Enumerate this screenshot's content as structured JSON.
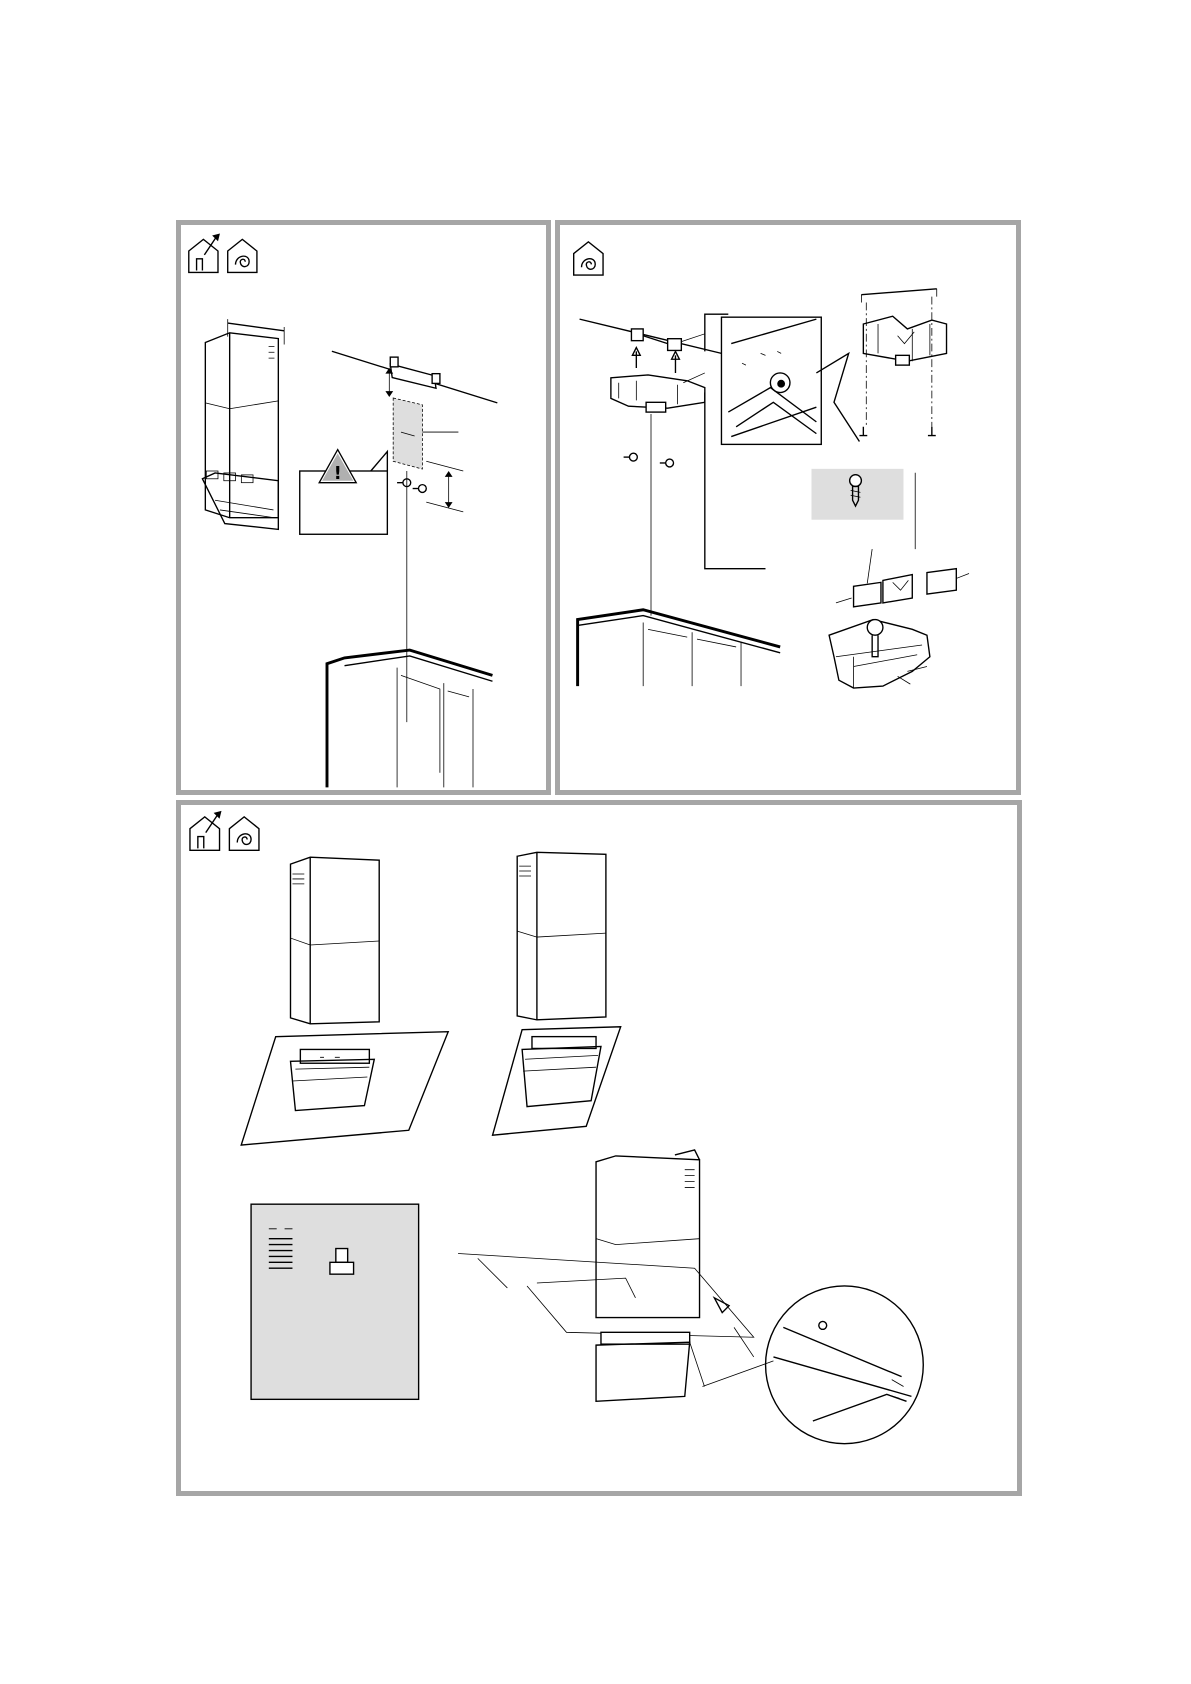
{
  "page": {
    "background": "#ffffff",
    "frame_color": "#a6a6a6",
    "shade_color": "#dedede"
  },
  "panels": [
    {
      "id": "panel-1",
      "icons": [
        "house-ducted-exhaust-icon",
        "house-recirculation-icon"
      ],
      "content": "chimney-bracket-wall-mount-illustration",
      "warning_symbol": "!"
    },
    {
      "id": "panel-2",
      "icons": [
        "house-recirculation-icon"
      ],
      "content": "recirculation-filter-box-mount-illustration"
    },
    {
      "id": "panel-3",
      "icons": [
        "house-ducted-exhaust-icon",
        "house-recirculation-icon"
      ],
      "content": "hood-assembly-glass-panel-illustration"
    }
  ]
}
